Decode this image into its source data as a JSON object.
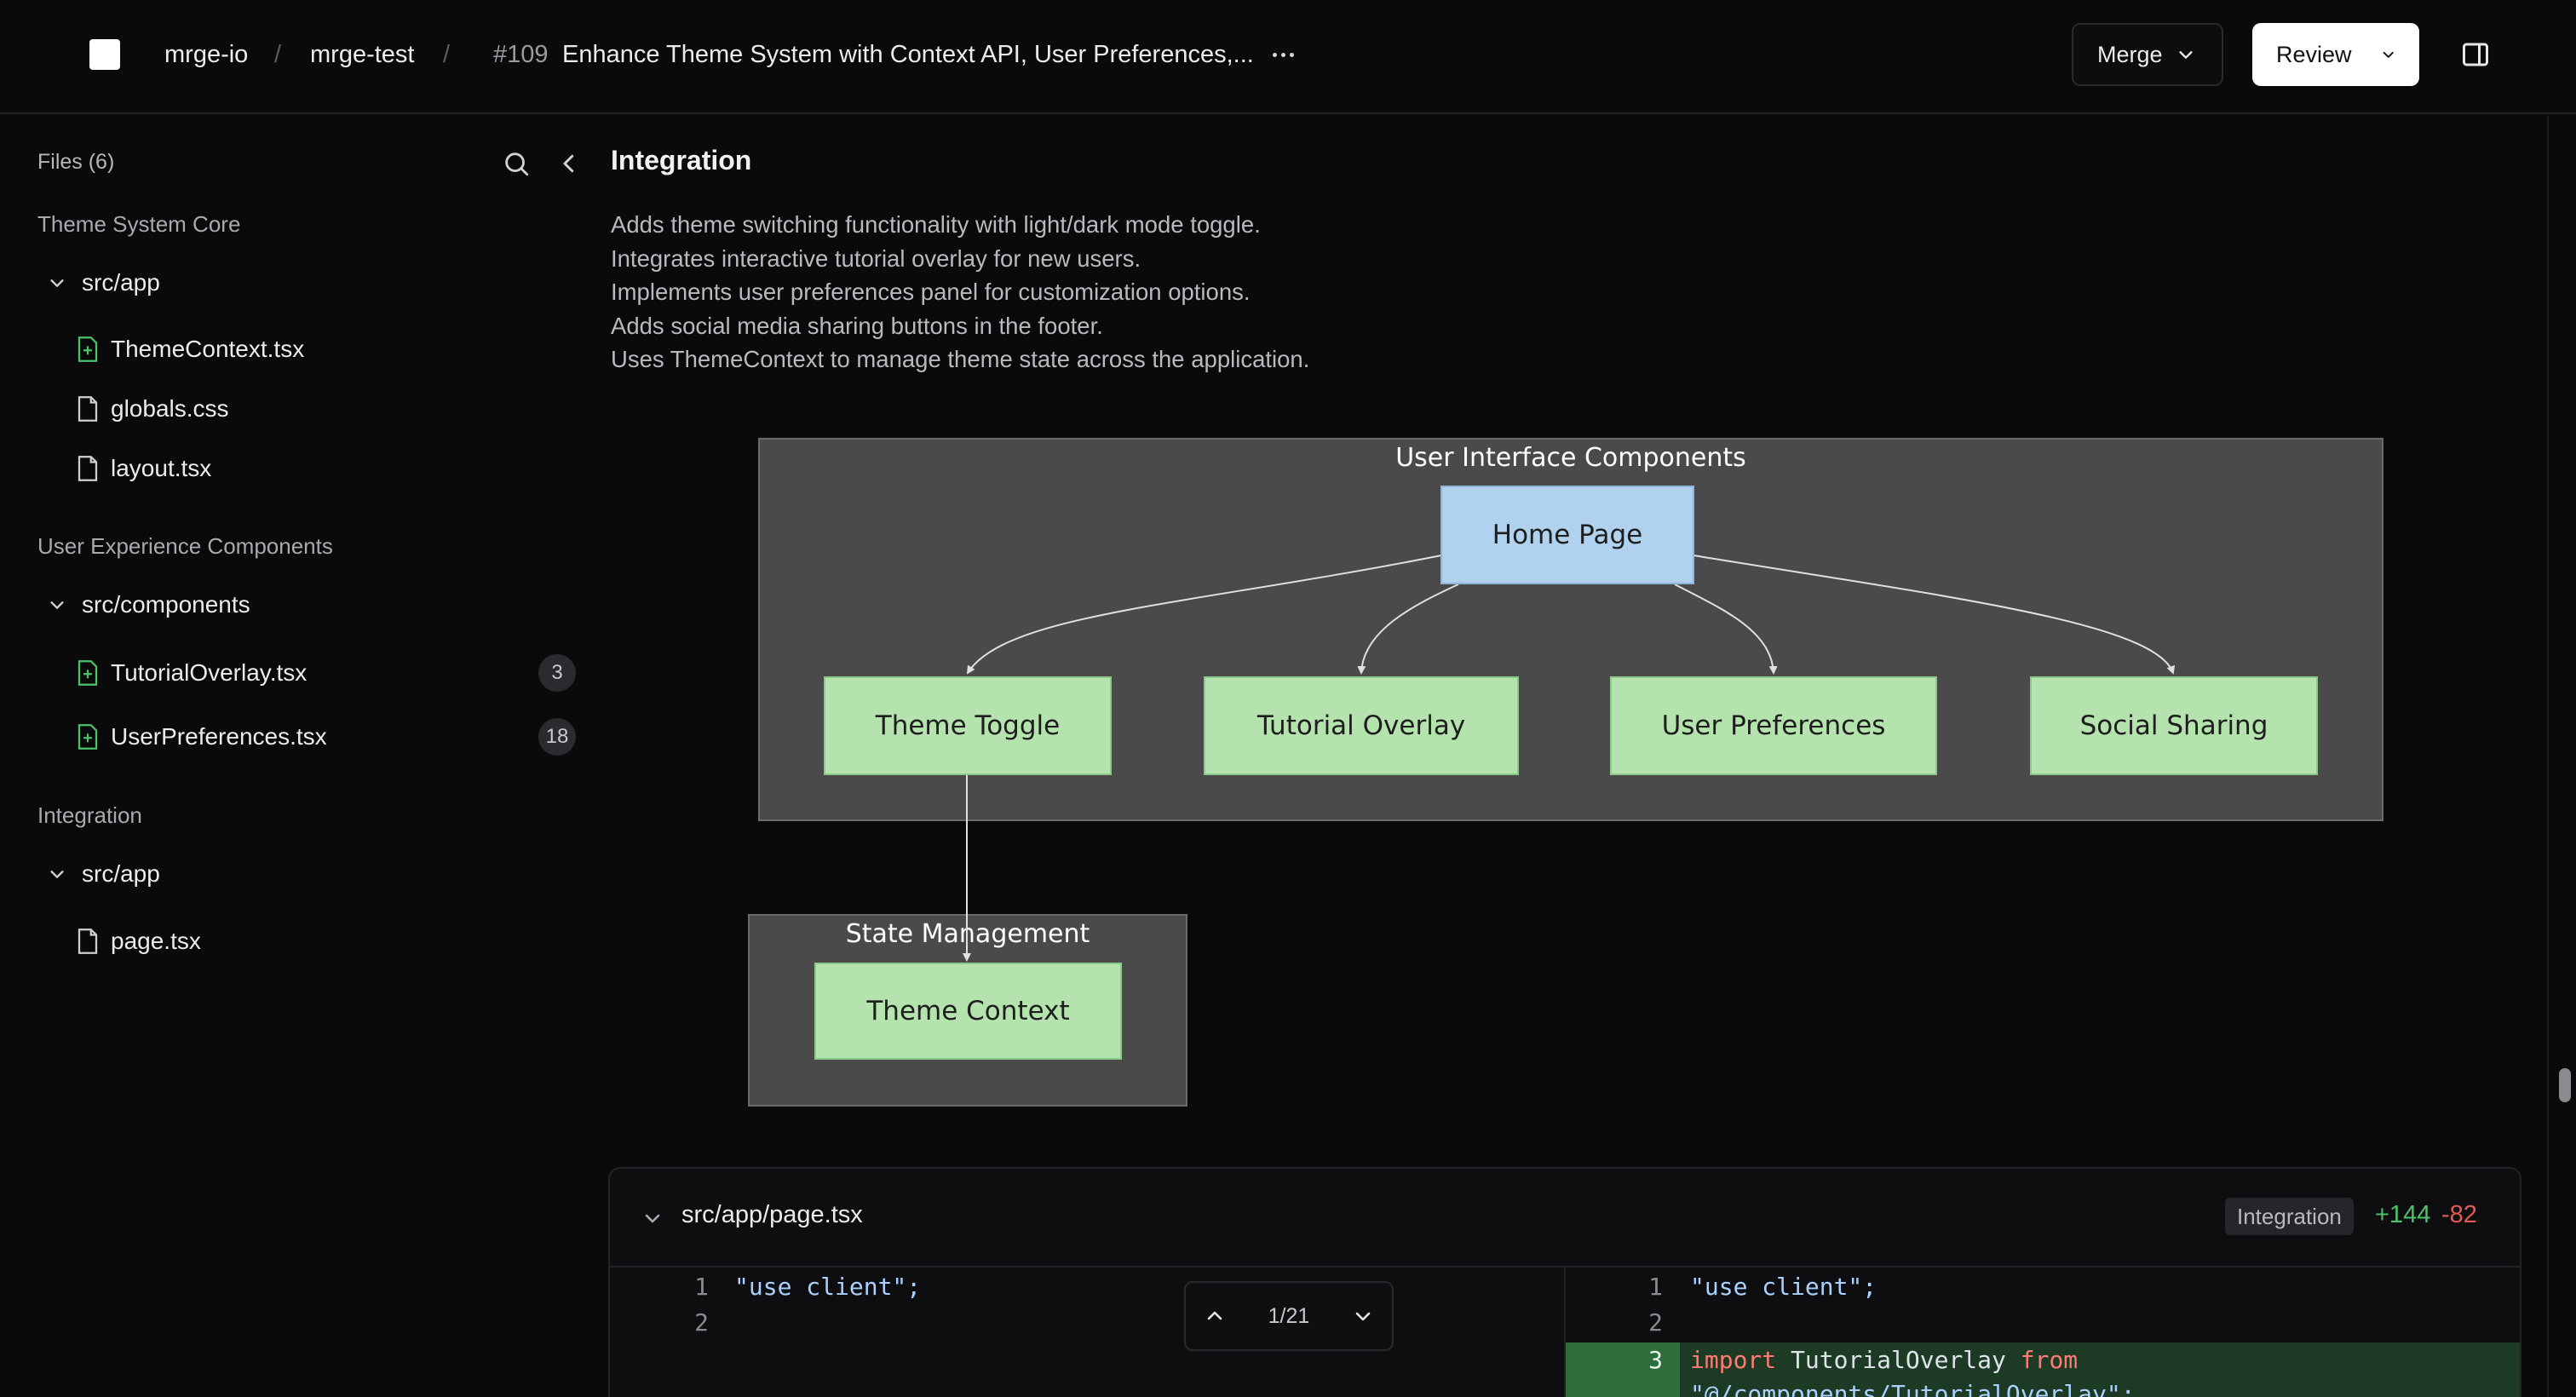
{
  "header": {
    "org": "mrge-io",
    "repo": "mrge-test",
    "pr_number": "#109",
    "pr_title": "Enhance Theme System with Context API, User Preferences,...",
    "more_icon": "more-horizontal-icon",
    "merge_label": "Merge",
    "review_label": "Review",
    "panel_icon": "sidebar-panel-icon"
  },
  "sidebar": {
    "files_count": "Files (6)",
    "groups": [
      {
        "label": "Theme System Core",
        "folder": "src/app",
        "files": [
          {
            "name": "ThemeContext.tsx",
            "status": "added",
            "badge": ""
          },
          {
            "name": "globals.css",
            "status": "modified",
            "badge": ""
          },
          {
            "name": "layout.tsx",
            "status": "modified",
            "badge": ""
          }
        ]
      },
      {
        "label": "User Experience Components",
        "folder": "src/components",
        "files": [
          {
            "name": "TutorialOverlay.tsx",
            "status": "added",
            "badge": "3"
          },
          {
            "name": "UserPreferences.tsx",
            "status": "added",
            "badge": "18"
          }
        ]
      },
      {
        "label": "Integration",
        "folder": "src/app",
        "files": [
          {
            "name": "page.tsx",
            "status": "modified",
            "badge": ""
          }
        ]
      }
    ]
  },
  "main": {
    "title": "Integration",
    "description": [
      "Adds theme switching functionality with light/dark mode toggle.",
      "Integrates interactive tutorial overlay for new users.",
      "Implements user preferences panel for customization options.",
      "Adds social media sharing buttons in the footer.",
      "Uses ThemeContext to manage theme state across the application."
    ]
  },
  "diagram": {
    "subgraph_ui": "User Interface Components",
    "subgraph_state": "State Management",
    "node_home": "Home Page",
    "node_toggle": "Theme Toggle",
    "node_tutorial": "Tutorial Overlay",
    "node_prefs": "User Preferences",
    "node_social": "Social Sharing",
    "node_context": "Theme Context"
  },
  "diff": {
    "path": "src/app/page.tsx",
    "tag": "Integration",
    "additions": "+144",
    "deletions": "-82",
    "nav": "1/21",
    "left_lines": [
      {
        "n": "1",
        "text": "\"use client\";"
      },
      {
        "n": "2",
        "text": ""
      }
    ],
    "right_lines": [
      {
        "n": "1",
        "text": "\"use client\";"
      },
      {
        "n": "2",
        "text": ""
      },
      {
        "n": "3",
        "kw1": "import",
        "ident": " TutorialOverlay ",
        "kw2": "from",
        "text2": "\"@/components/TutorialOverlay\";"
      }
    ]
  },
  "colors": {
    "added": "#4cc26a",
    "removed": "#e25a55",
    "node_green": "#b4e3ad",
    "node_blue": "#b0d2ee",
    "subgraph": "#4a4a4a"
  }
}
